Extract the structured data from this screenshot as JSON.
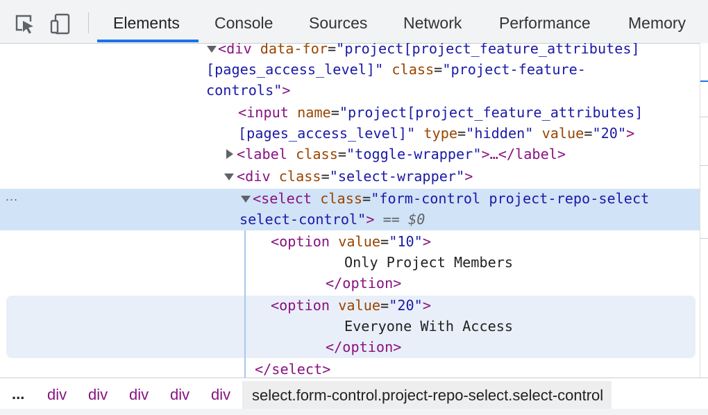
{
  "toolbar": {
    "tools": [
      "inspect-element-icon",
      "device-toolbar-icon"
    ],
    "tabs": [
      "Elements",
      "Console",
      "Sources",
      "Network",
      "Performance",
      "Memory"
    ],
    "active_tab": "Elements",
    "accent": "#1a73e8"
  },
  "dom": {
    "l1": {
      "open": "<",
      "tag": "div",
      "a1": "data-for",
      "v1": "\"project[project_feature_attributes]"
    },
    "l2": {
      "v1b": "[pages_access_level]\"",
      "a2": "class",
      "v2": "\"project-feature-"
    },
    "l3": {
      "v2b": "controls\"",
      "close": ">"
    },
    "l4": {
      "open": "<",
      "tag": "input",
      "a1": "name",
      "v1": "\"project[project_feature_attributes]"
    },
    "l5": {
      "v1b": "[pages_access_level]\"",
      "a2": "type",
      "v2": "\"hidden\"",
      "a3": "value",
      "v3": "\"20\"",
      "close": ">"
    },
    "l6": {
      "open": "<",
      "tag": "label",
      "a1": "class",
      "v1": "\"toggle-wrapper\"",
      "mid": ">…</",
      "ctag": "label",
      "close": ">"
    },
    "l7": {
      "open": "<",
      "tag": "div",
      "a1": "class",
      "v1": "\"select-wrapper\"",
      "close": ">"
    },
    "l8": {
      "open": "<",
      "tag": "select",
      "a1": "class",
      "v1": "\"form-control project-repo-select"
    },
    "l9": {
      "v1b": "select-control\"",
      "close": ">",
      "eq": "==",
      "var": "$0"
    },
    "opt1": {
      "open": "<",
      "tag": "option",
      "a1": "value",
      "v1": "\"10\"",
      "close": ">",
      "text": "Only Project Members",
      "end": "</option>"
    },
    "opt2": {
      "open": "<",
      "tag": "option",
      "a1": "value",
      "v1": "\"20\"",
      "close": ">",
      "text": "Everyone With Access",
      "end": "</option>"
    },
    "l16": "</select>",
    "selected_indicator": "...",
    "colors": {
      "tag": "#881280",
      "attr": "#994500",
      "value": "#1a1aa6",
      "selected_row": "#d1e3f6",
      "hover_row": "#e9eff8"
    }
  },
  "breadcrumbs": {
    "ellipsis": "...",
    "items": [
      "div",
      "div",
      "div",
      "div",
      "div"
    ],
    "current": "select.form-control.project-repo-select.select-control"
  }
}
